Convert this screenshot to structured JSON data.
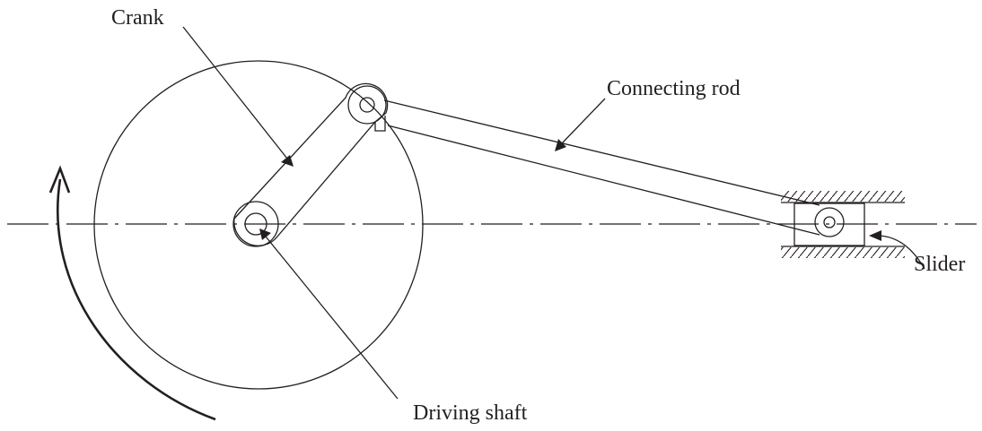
{
  "labels": {
    "crank": "Crank",
    "connecting_rod": "Connecting rod",
    "slider": "Slider",
    "driving_shaft": "Driving shaft"
  },
  "colors": {
    "ink": "#231f20",
    "background": "#ffffff"
  }
}
